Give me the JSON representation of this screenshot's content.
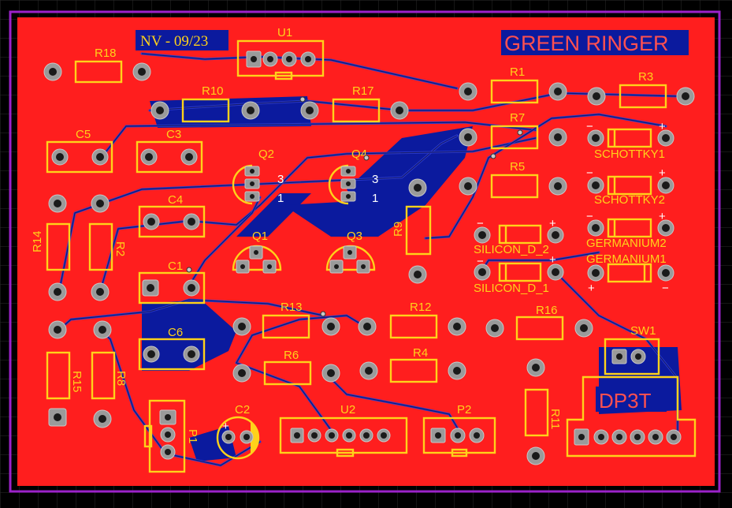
{
  "board": {
    "date_label": "NV - 09/23",
    "title_label": "GREEN RINGER",
    "switch_label": "DP3T",
    "colors": {
      "copper": "#ff1e1e",
      "silkscreen": "#ffd21a",
      "bottom_copper": "#0b1a9e",
      "outline": "#9b22c9",
      "trace": "#2b3bd1",
      "background": "#000000"
    }
  },
  "components": {
    "U1": "U1",
    "U2": "U2",
    "R1": "R1",
    "R2": "R2",
    "R3": "R3",
    "R4": "R4",
    "R5": "R5",
    "R6": "R6",
    "R7": "R7",
    "R8": "R8",
    "R9": "R9",
    "R10": "R10",
    "R11": "R11",
    "R12": "R12",
    "R13": "R13",
    "R14": "R14",
    "R15": "R15",
    "R16": "R16",
    "R17": "R17",
    "R18": "R18",
    "C1": "C1",
    "C2": "C2",
    "C3": "C3",
    "C4": "C4",
    "C5": "C5",
    "C6": "C6",
    "Q1": "Q1",
    "Q2": "Q2",
    "Q3": "Q3",
    "Q4": "Q4",
    "P1": "P1",
    "P2": "P2",
    "SW1": "SW1",
    "SCHOTTKY1": "SCHOTTKY1",
    "SCHOTTKY2": "SCHOTTKY2",
    "GERMANIUM1": "GERMANIUM1",
    "GERMANIUM2": "GERMANIUM2",
    "SILICON_D_1": "SILICON_D_1",
    "SILICON_D_2": "SILICON_D_2"
  },
  "pin_marks": {
    "three": "3",
    "one": "1",
    "plus": "+",
    "minus": "−"
  }
}
